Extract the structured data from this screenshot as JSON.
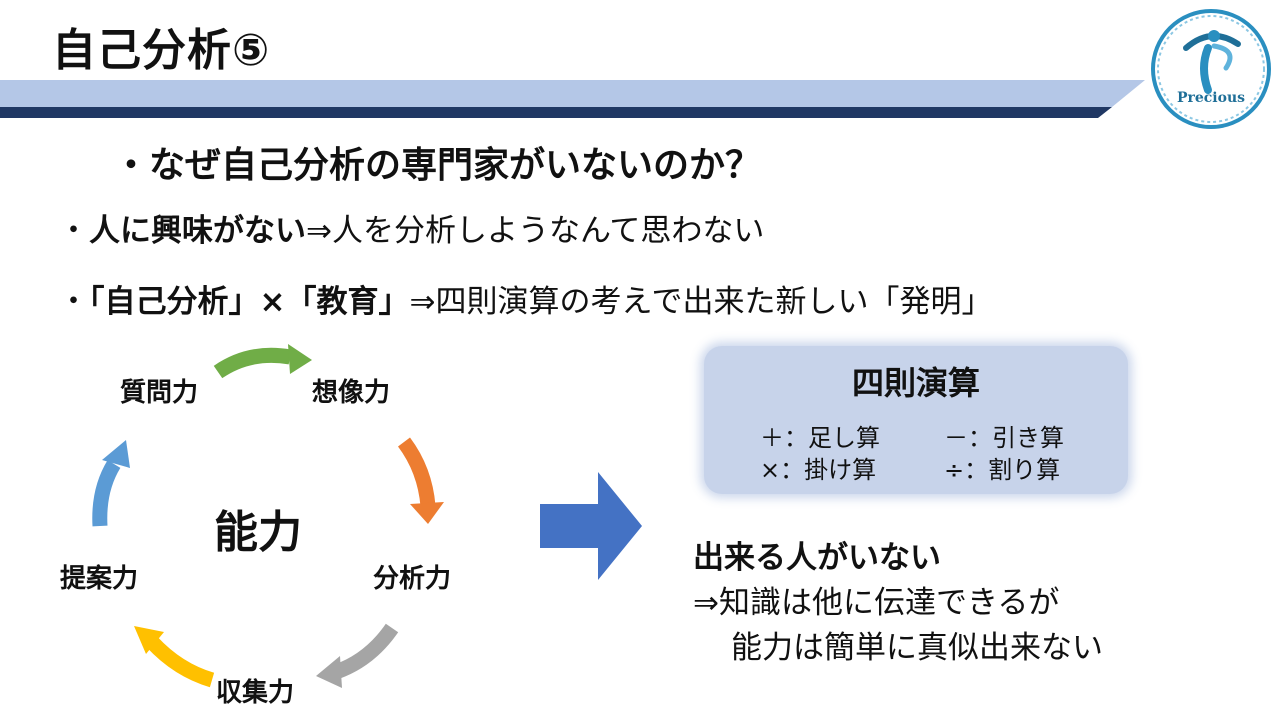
{
  "header": {
    "title": "自己分析⑤",
    "logo_text": "Precious",
    "colors": {
      "bar_light": "#b4c7e7",
      "bar_dark": "#203864",
      "logo": "#2a8fc0"
    }
  },
  "question": "・なぜ自己分析の専門家がいないのか？",
  "lines": [
    {
      "bullet": "・",
      "bold": "人に興味がない",
      "rest": "⇒人を分析しようなんて思わない"
    },
    {
      "bullet": "・",
      "bold": "「自己分析」×「教育」",
      "rest": "⇒四則演算の考えで出来た新しい「発明」"
    }
  ],
  "cycle": {
    "center": "能力",
    "nodes": [
      "質問力",
      "想像力",
      "分析力",
      "収集力",
      "提案力"
    ],
    "arrow_colors": [
      "#70ad47",
      "#ed7d31",
      "#a5a5a5",
      "#ffc000",
      "#5b9bd5"
    ]
  },
  "arrow_color": "#4472c4",
  "box": {
    "title": "四則演算",
    "ops": [
      "＋：足し算",
      "－：引き算",
      "×：掛け算",
      "÷：割り算"
    ],
    "fill": "#c7d3ea"
  },
  "conclusion": {
    "title": "出来る人がいない",
    "line1": "⇒知識は他に伝達できるが",
    "line2": "能力は簡単に真似出来ない"
  }
}
